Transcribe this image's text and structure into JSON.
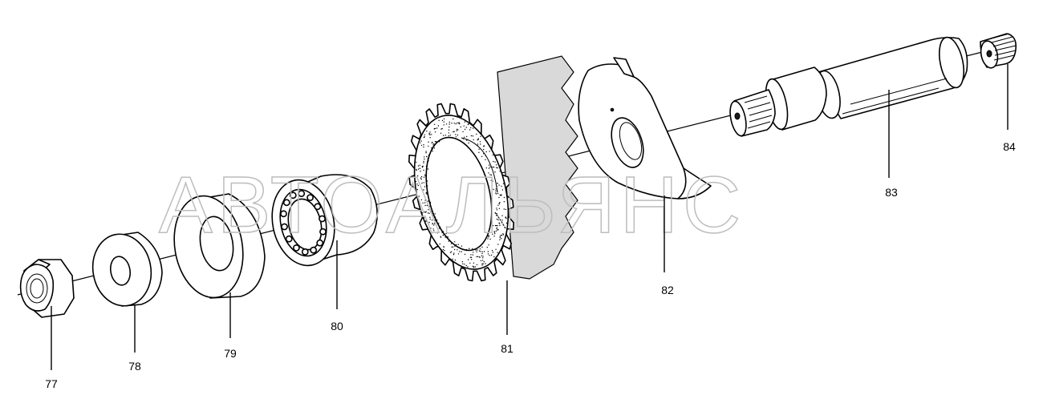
{
  "watermark": "АВТОАЛЬЯНС",
  "callouts": [
    "77",
    "78",
    "79",
    "80",
    "81",
    "82",
    "83",
    "84"
  ]
}
